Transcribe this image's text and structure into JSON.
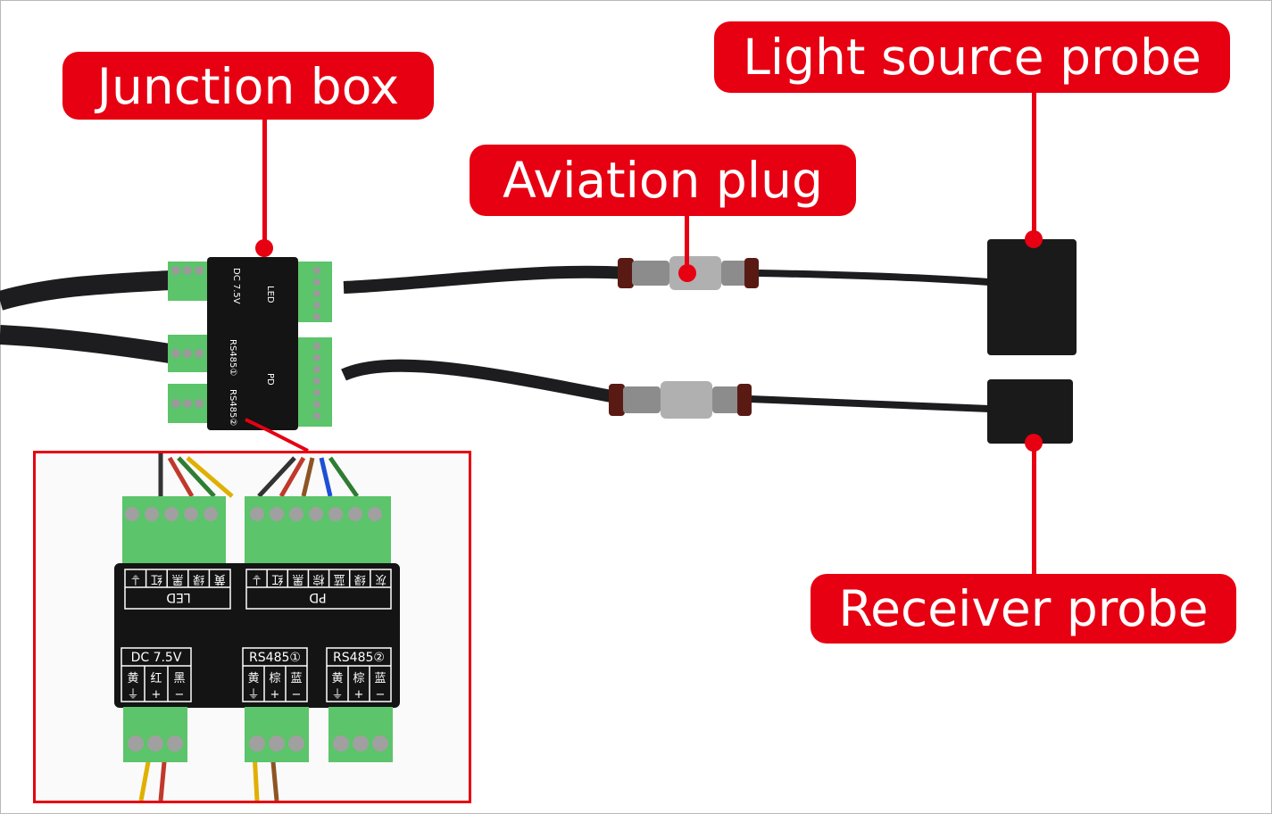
{
  "callouts": {
    "junction_box": "Junction box",
    "aviation_plug": "Aviation plug",
    "light_source_probe": "Light source probe",
    "receiver_probe": "Receiver probe"
  },
  "junction_box_labels": {
    "dc": "DC 7.5V",
    "rs485_1": "RS485①",
    "rs485_2": "RS485②",
    "led": "LED",
    "pd": "PD",
    "dc_colors": [
      "黄",
      "红",
      "黑"
    ],
    "dc_signs": [
      "⏚",
      "+",
      "−"
    ],
    "rs485_colors": [
      "黄",
      "棕",
      "蓝"
    ],
    "rs485_signs": [
      "⏚",
      "+",
      "−"
    ],
    "led_colors": [
      "黄",
      "绿",
      "黑",
      "红",
      "⏚"
    ],
    "pd_colors": [
      "灰",
      "绿",
      "蓝",
      "棕",
      "黑",
      "红",
      "⏚"
    ]
  },
  "colors": {
    "callout_red": "#e60012",
    "terminal_green": "#5cc46a",
    "box_black": "#141414",
    "cable": "#1d1d1f"
  }
}
